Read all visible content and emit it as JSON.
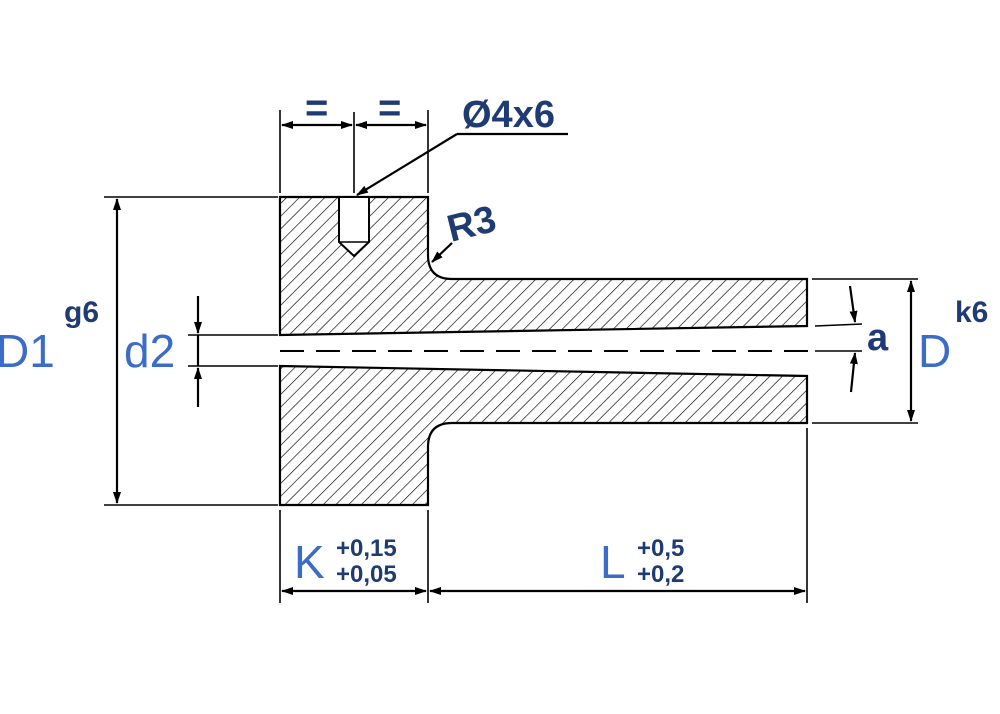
{
  "labels": {
    "D1": "D1",
    "D1_fit": "g6",
    "d2": "d2",
    "D": "D",
    "D_fit": "k6",
    "a": "a",
    "K": "K",
    "K_tol_upper": "+0,15",
    "K_tol_lower": "+0,05",
    "L": "L",
    "L_tol_upper": "+0,5",
    "L_tol_lower": "+0,2",
    "hole": "Ø4x6",
    "radius": "R3",
    "equal_left": "=",
    "equal_right": "="
  },
  "colors": {
    "dimension_label": "#3a6cc8",
    "annotation": "#1f3b73",
    "lines": "#000000",
    "background": "#ffffff"
  }
}
